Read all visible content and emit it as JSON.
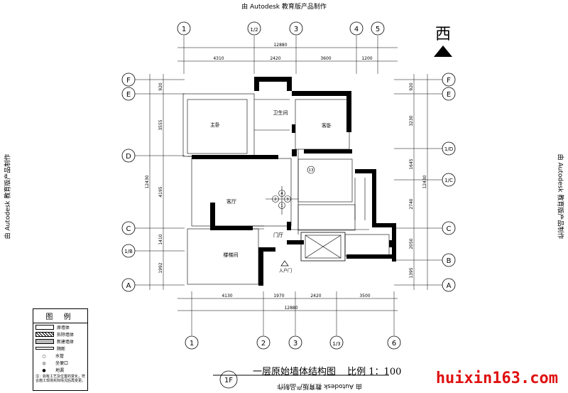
{
  "watermark": "由 Autodesk 教育版产品制作",
  "compass": {
    "direction": "西"
  },
  "brand": "huixin163.com",
  "title": {
    "floor_tag": "1F",
    "text": "一层原始墙体结构图",
    "scale": "比例 1：100"
  },
  "axes": {
    "top": [
      "1",
      "1/2",
      "3",
      "4",
      "5"
    ],
    "bottom": [
      "1",
      "2",
      "3",
      "1/3",
      "6"
    ],
    "left": [
      "F",
      "E",
      "D",
      "C",
      "1/B",
      "A"
    ],
    "right": [
      "F",
      "E",
      "1/D",
      "1/C",
      "C",
      "B",
      "A"
    ]
  },
  "dims": {
    "top_total": "12880",
    "top_segments": [
      "4310",
      "2420",
      "3600",
      "1200"
    ],
    "bottom_total": "12880",
    "bottom_segments": [
      "4130",
      "1970",
      "2420",
      "3500"
    ],
    "left_total": "12430",
    "left_segments": [
      "920",
      "3555",
      "4195",
      "1410",
      "1992"
    ],
    "right_total": "12430",
    "right_segments": [
      "920",
      "3230",
      "1645",
      "2740",
      "2050",
      "1395"
    ]
  },
  "rooms": {
    "master": "主卧",
    "bath": "卫生间",
    "guest": "客卧",
    "living": "客厅",
    "stair": "楼梯间",
    "foyer": "门厅",
    "entrance": "入户门"
  },
  "markers": [
    "1",
    "2",
    "3",
    "4",
    "13"
  ],
  "legend": {
    "title": "图 例",
    "items": [
      "原墙体",
      "拆除墙体",
      "新建墙体",
      "隔断",
      "水管",
      "坐便口",
      "地漏"
    ],
    "note": "注：如有工艺及位置的变化，符合施工现场实际情况后再变更。"
  }
}
